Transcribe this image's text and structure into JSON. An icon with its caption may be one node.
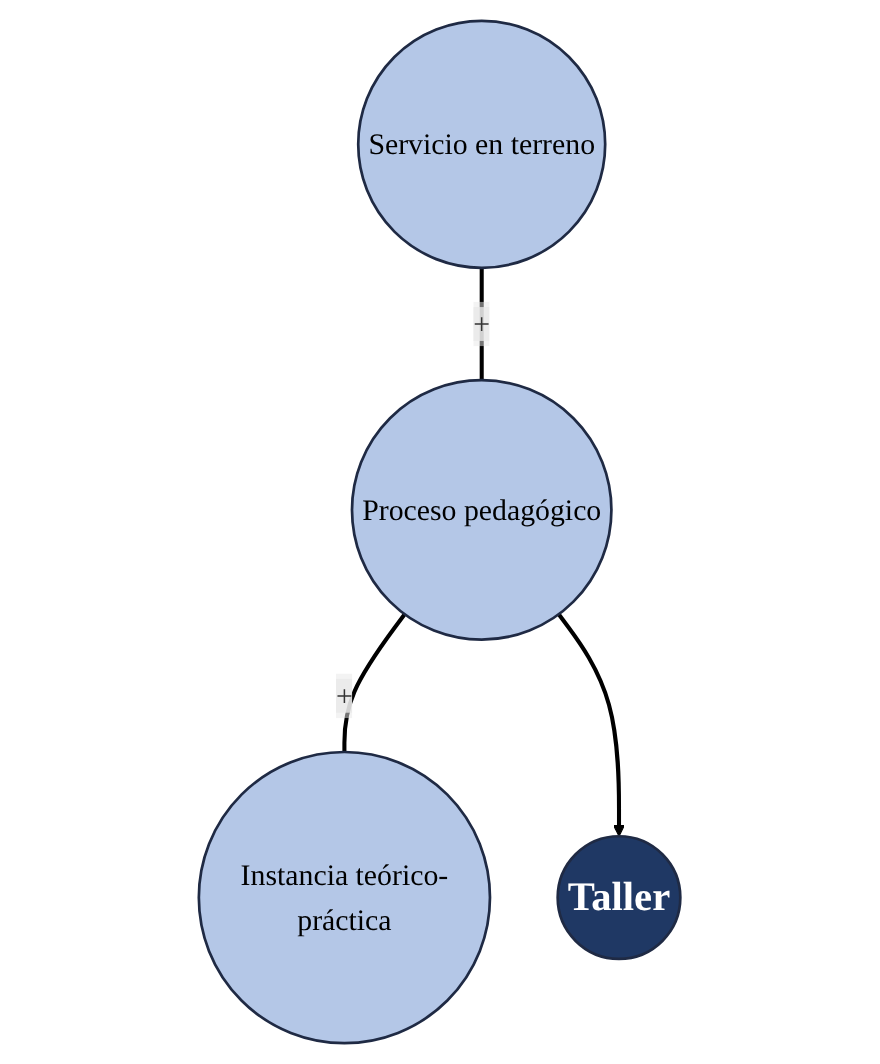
{
  "diagram": {
    "nodes": [
      {
        "text": [
          "Servicio en terreno"
        ]
      },
      {
        "text": [
          "Proceso pedagógico"
        ]
      },
      {
        "text": [
          "Instancia teórico-práctica"
        ]
      },
      {
        "text": [
          "Taller"
        ]
      }
    ],
    "edges": [
      {
        "from": 0,
        "to": 1,
        "arrow": "none",
        "label": "+"
      },
      {
        "from": 1,
        "to": 2,
        "arrow": "none",
        "label": "+"
      },
      {
        "from": 1,
        "to": 3,
        "arrow": "to"
      }
    ]
  }
}
